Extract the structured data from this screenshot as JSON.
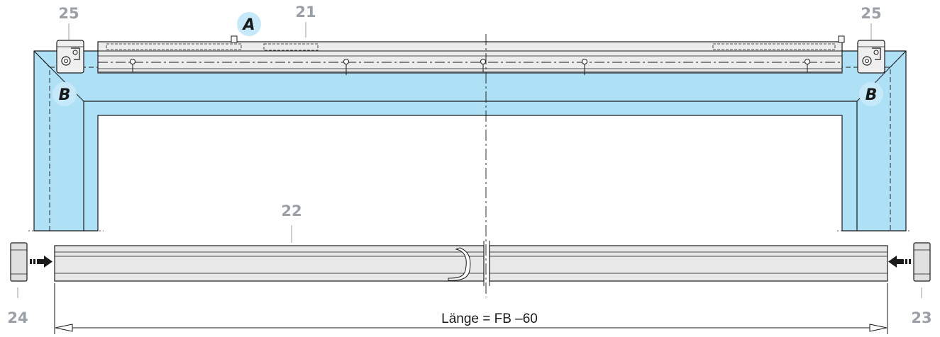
{
  "labels": {
    "part_21": "21",
    "part_22": "22",
    "part_23": "23",
    "part_24": "24",
    "part_25_left": "25",
    "part_25_right": "25"
  },
  "markers": {
    "a": "A",
    "b_left": "B",
    "b_right": "B"
  },
  "dimension": {
    "text": "Länge = FB –60"
  },
  "colors": {
    "frame_fill": "#aee0f6",
    "bubble_fill": "#c6e9fa",
    "line": "#1a1a1a",
    "callout_text": "#9aa0a6",
    "profile_fill": "#e8e8e8"
  }
}
